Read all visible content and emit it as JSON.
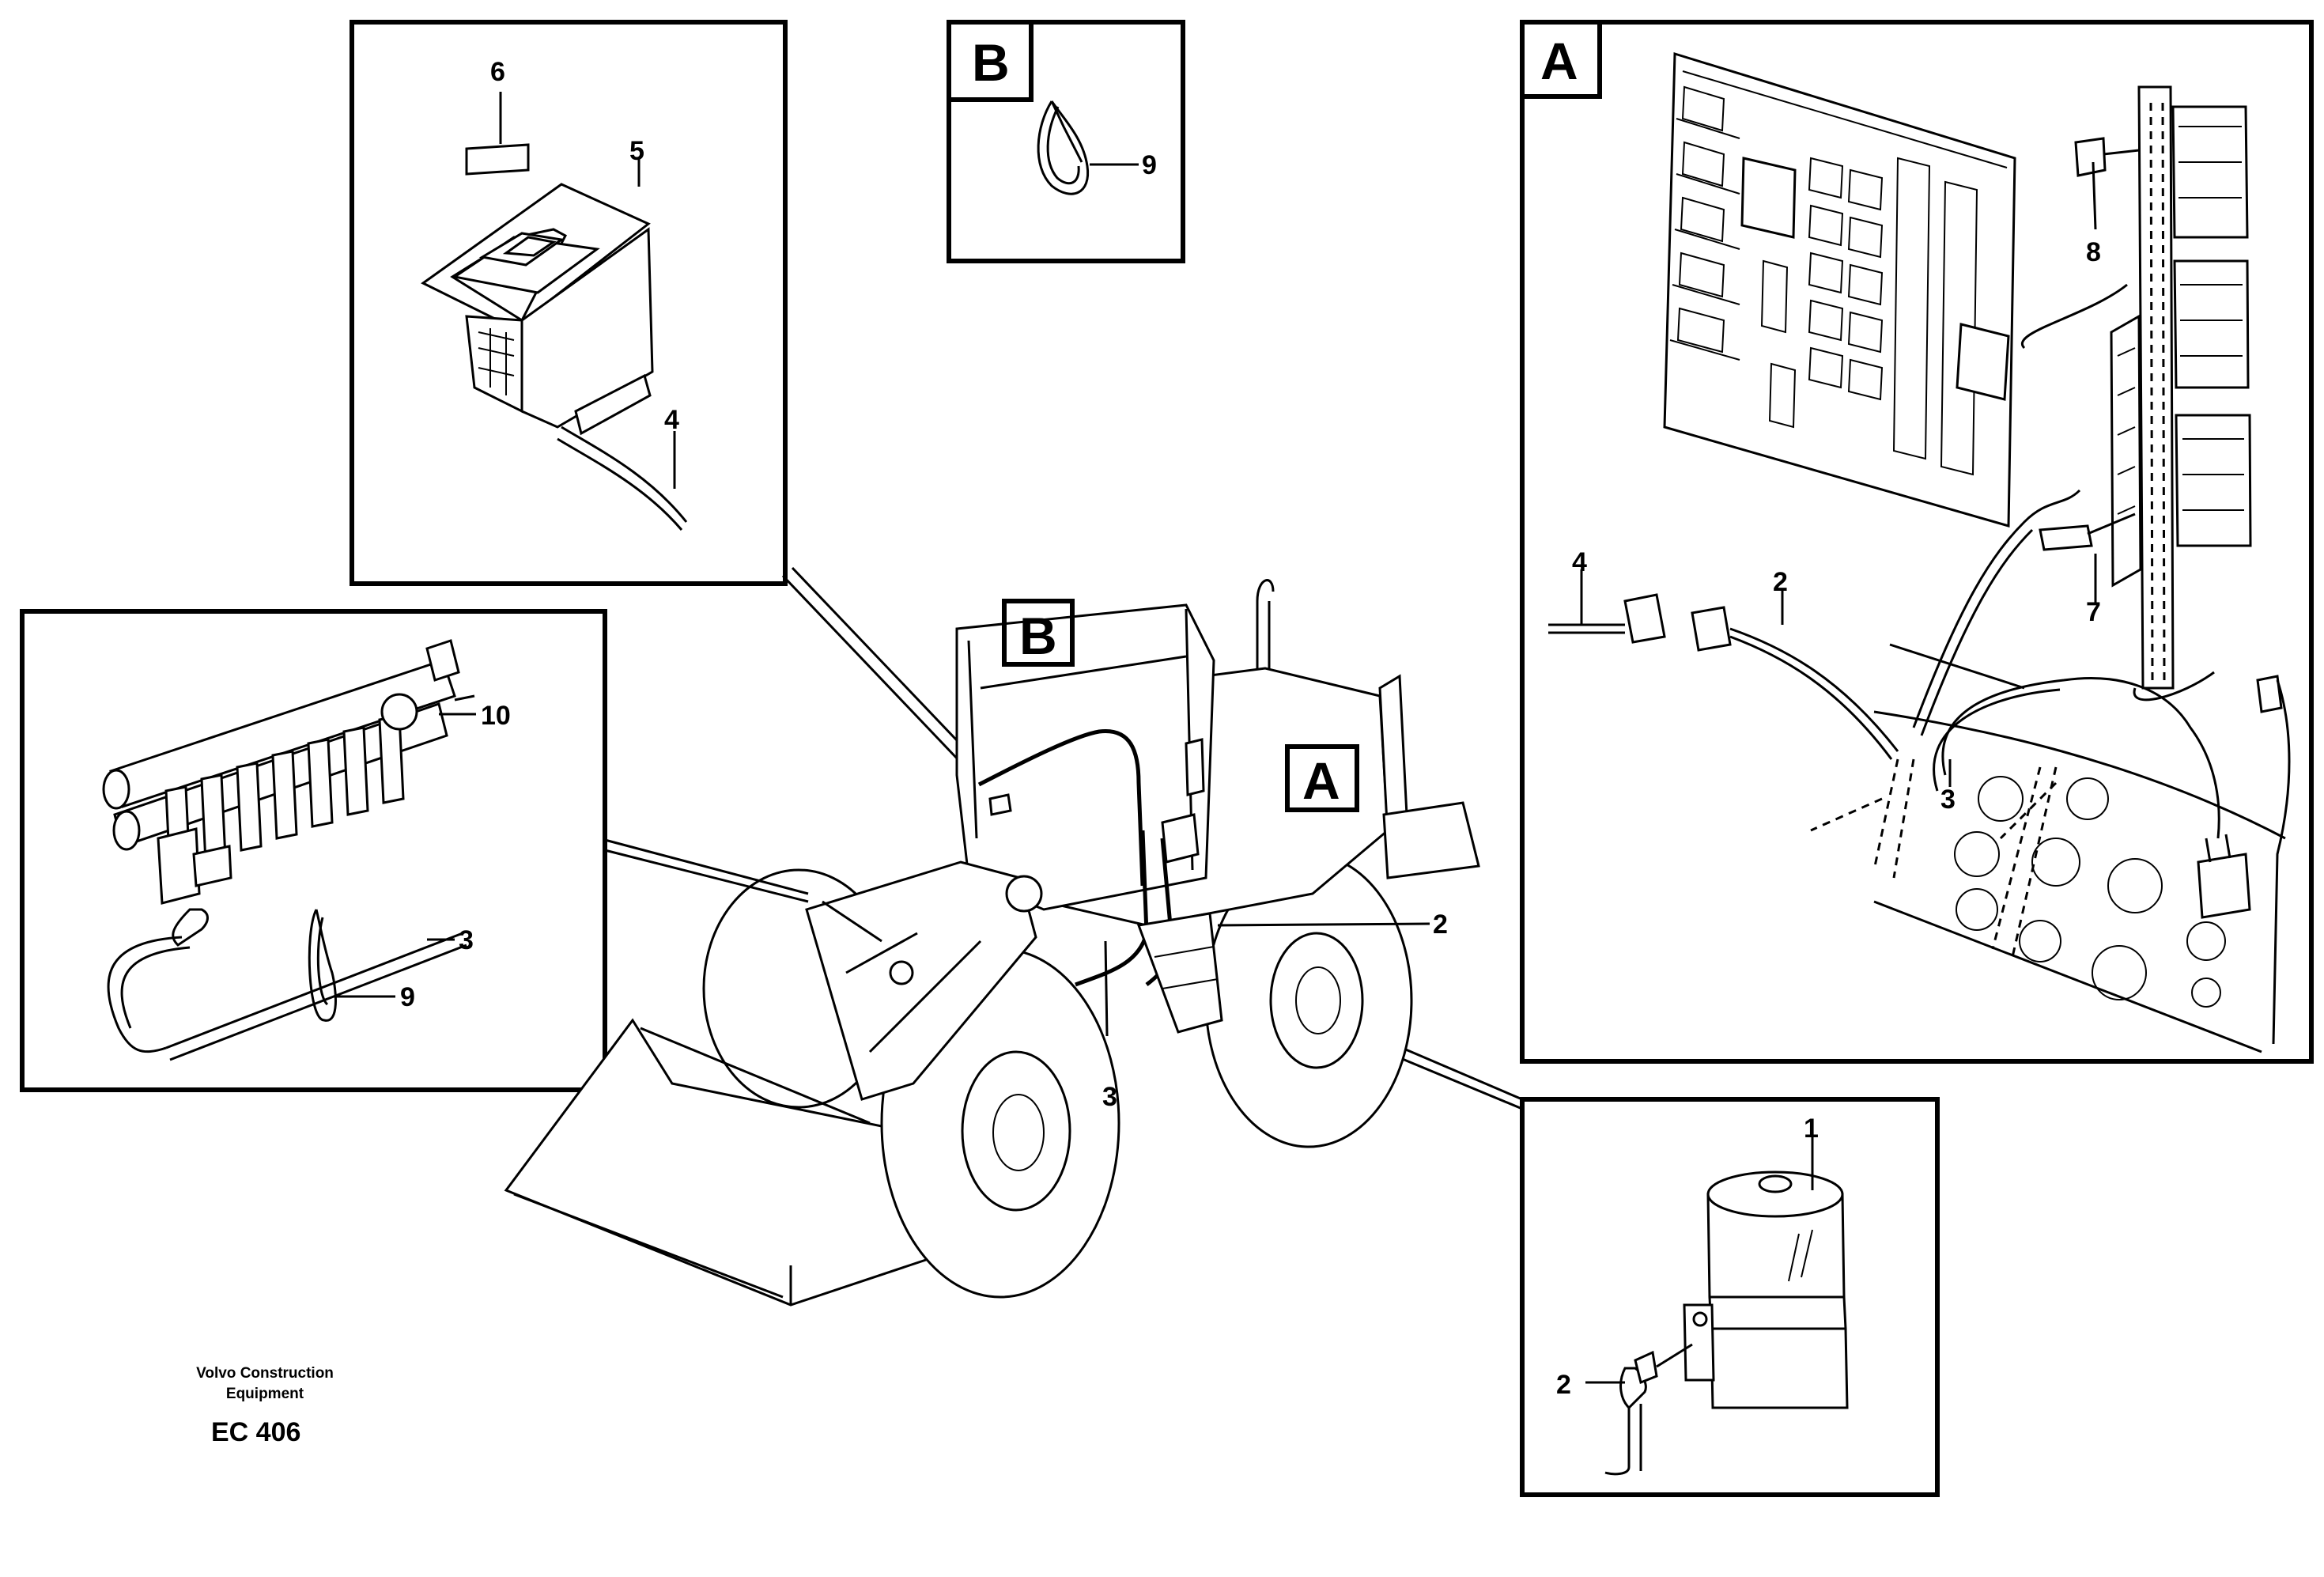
{
  "callouts": {
    "b_panel": {
      "tag": "B",
      "part": "9"
    },
    "switch_panel": {
      "p6": "6",
      "p5": "5",
      "p4": "4"
    },
    "manifold_panel": {
      "p10": "10",
      "p3": "3",
      "p9": "9"
    },
    "a_panel": {
      "tag": "A",
      "p8": "8",
      "p4": "4",
      "p2": "2",
      "p7": "7",
      "p3": "3"
    },
    "reservoir_panel": {
      "p1": "1",
      "p2": "2"
    },
    "machine": {
      "tag_a": "A",
      "tag_b": "B",
      "p2": "2",
      "p3": "3"
    }
  },
  "footer": {
    "credit_line1": "Volvo Construction",
    "credit_line2": "Equipment",
    "code": "EC 406"
  }
}
